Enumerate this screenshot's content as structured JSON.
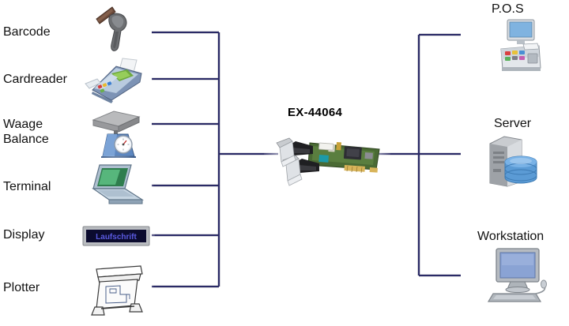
{
  "diagram": {
    "title": "EX-44064 serial card connection diagram",
    "line_color": "#2b2b66",
    "background": "#ffffff",
    "center": {
      "label": "EX-44064",
      "icon": "pcie-serial-card-icon"
    },
    "inputs": [
      {
        "id": "barcode",
        "label": "Barcode",
        "icon": "barcode-scanner-icon"
      },
      {
        "id": "cardreader",
        "label": "Cardreader",
        "icon": "card-reader-icon"
      },
      {
        "id": "waage",
        "label": "Waage\nBalance",
        "icon": "scale-icon"
      },
      {
        "id": "terminal",
        "label": "Terminal",
        "icon": "terminal-laptop-icon"
      },
      {
        "id": "display",
        "label": "Display",
        "icon": "led-display-icon",
        "screen_text": "Laufschrift"
      },
      {
        "id": "plotter",
        "label": "Plotter",
        "icon": "plotter-icon"
      }
    ],
    "outputs": [
      {
        "id": "pos",
        "label": "P.O.S",
        "icon": "point-of-sale-icon"
      },
      {
        "id": "server",
        "label": "Server",
        "icon": "server-database-icon"
      },
      {
        "id": "workstation",
        "label": "Workstation",
        "icon": "workstation-pc-icon"
      }
    ]
  }
}
